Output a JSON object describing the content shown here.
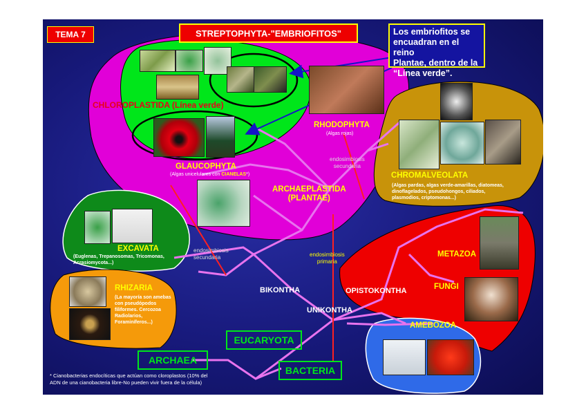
{
  "tema": "TEMA 7",
  "streptophyta_title": "STREPTOPHYTA-\"EMBRIOFITOS\"",
  "callout": [
    "Los embriofitos se",
    "encuadran en el reino",
    "Plantae, dentro de la",
    "“Línea verde”."
  ],
  "chloroplastida": "CHLOROPLASTIDA (Línea verde)",
  "rhodophyta": "RHODOPHYTA",
  "rhodophyta_sub": "(Algas rojas)",
  "glaucophyta": "GLAUCOPHYTA",
  "glaucophyta_sub_a": "(Algas unicelulares con ",
  "glaucophyta_sub_b": "CIANELAS",
  "glaucophyta_sub_c": "*)",
  "archaeplastida": [
    "ARCHAEPLASTIDA",
    "(PLANTAE)"
  ],
  "endo_secundaria_top": [
    "endosimbiosis",
    "secundaria"
  ],
  "chromalveolata": "CHROMALVEOLATA",
  "chromalveolata_sub": [
    "(Algas pardas, algas verde-amarillas, diatomeas,",
    "dinoflagelados, pseudohongos, ciliados,",
    "plasmodios, criptomonas...)"
  ],
  "excavata": "EXCAVATA",
  "excavata_sub": [
    "(Euglenas, Trepanosomas, Tricomonas,",
    "Acrasiomycota...)"
  ],
  "endo_secundaria_left": [
    "endosimbiosis",
    "secundaria"
  ],
  "endo_primaria": [
    "endosimbiosis",
    "primaria"
  ],
  "rhizaria": "RHIZARIA",
  "rhizaria_sub": [
    "(La mayoría son amebas",
    "con pseudópodos",
    "filiformes. Cercozoa",
    "Radiolarios,",
    "Foraminíferos...)"
  ],
  "bikontha": "BIKONTHA",
  "unikontha": "UNIKONTHA",
  "opistokontha": "OPISTOKONTHA",
  "metazoa": "METAZOA",
  "fungi": "FUNGI",
  "amebozoa": "AMEBOZOA",
  "eucaryota": "EUCARYOTA",
  "archaea": "ARCHAEA",
  "bacteria": "BACTERIA",
  "footnote": [
    "* Cianobacterias endocíticas que actúan como cloroplastos (10% del",
    "ADN de una cianobacteria libre-No pueden vivir fuera de la célula)"
  ],
  "colors": {
    "magenta": "#e100d8",
    "green": "#00e61a",
    "gold": "#c8930a",
    "dark_green": "#0e8a1a",
    "orange": "#f59a0a",
    "red": "#ee0000",
    "blue_blob": "#2f6ae8",
    "tree_line": "#e873ee",
    "red_arrow": "#ff2020",
    "title_yellow": "#ffff00",
    "label_red": "#e8001a"
  }
}
